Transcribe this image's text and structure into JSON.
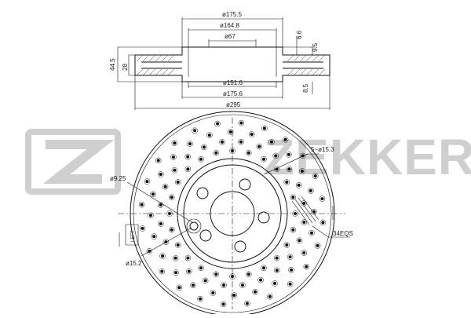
{
  "brand": {
    "logo_text": "ZEKKERT",
    "logo_color": "#cfcfcf",
    "logo_icon": "zekkert-z-logo"
  },
  "section_view": {
    "d_outer_top": "ø175.5",
    "d_hat": "ø164.8",
    "d_center": "ø67",
    "d_inner_bottom": "ø151.6",
    "d_hub": "ø175.6",
    "d_total": "ø295",
    "h_hat": "6.6",
    "h_thickness": "9.5",
    "h_total": "44.5",
    "h_disc": "28",
    "h_bottom": "8.5"
  },
  "front_view": {
    "bolt_holes": "5~ø15.3",
    "pilot_hole": "ø9.25",
    "small_hole": "ø15.2",
    "ring_label": "34EQS",
    "edge_label": "LEFT"
  },
  "colors": {
    "line": "#111111",
    "logo": "#cfcfcf",
    "background": "#ffffff"
  }
}
